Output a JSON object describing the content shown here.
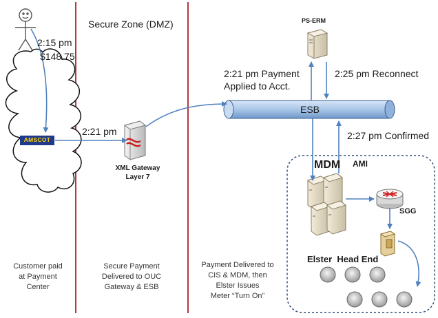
{
  "zone_title": "Secure Zone (DMZ)",
  "customer": {
    "time": "2:15 pm",
    "amount": "$148.75",
    "caption": [
      "Customer paid",
      "at Payment",
      "Center"
    ]
  },
  "amscot": {
    "label": "AMSCOT"
  },
  "gateway": {
    "time": "2:21 pm",
    "title_line1": "XML Gateway",
    "title_line2": "Layer 7",
    "caption": [
      "Secure Payment",
      "Delivered to OUC",
      "Gateway & ESB"
    ]
  },
  "payment_applied": {
    "line1": "2:21 pm Payment",
    "line2": "Applied to Acct."
  },
  "ps_erm": {
    "label": "PS-ERM"
  },
  "reconnect": {
    "label": "2:25 pm Reconnect"
  },
  "esb": {
    "label": "ESB"
  },
  "confirmed": {
    "label": "2:27 pm Confirmed"
  },
  "ami": {
    "label": "AMI",
    "mdm_label": "MDM",
    "sgg_label": "SGG",
    "head_end_label": "Elster  Head End"
  },
  "delivery_caption": [
    "Payment Delivered to",
    "CIS & MDM, then",
    "Elster Issues",
    "Meter “Turn On”"
  ],
  "colors": {
    "divider": "#b5373b",
    "arrow": "#4f81bd",
    "ami_border": "#2e4b7a",
    "esb_fill": "#a9c6e8",
    "amscot_bg": "#1f3a8a",
    "amscot_text": "#ffd200"
  }
}
